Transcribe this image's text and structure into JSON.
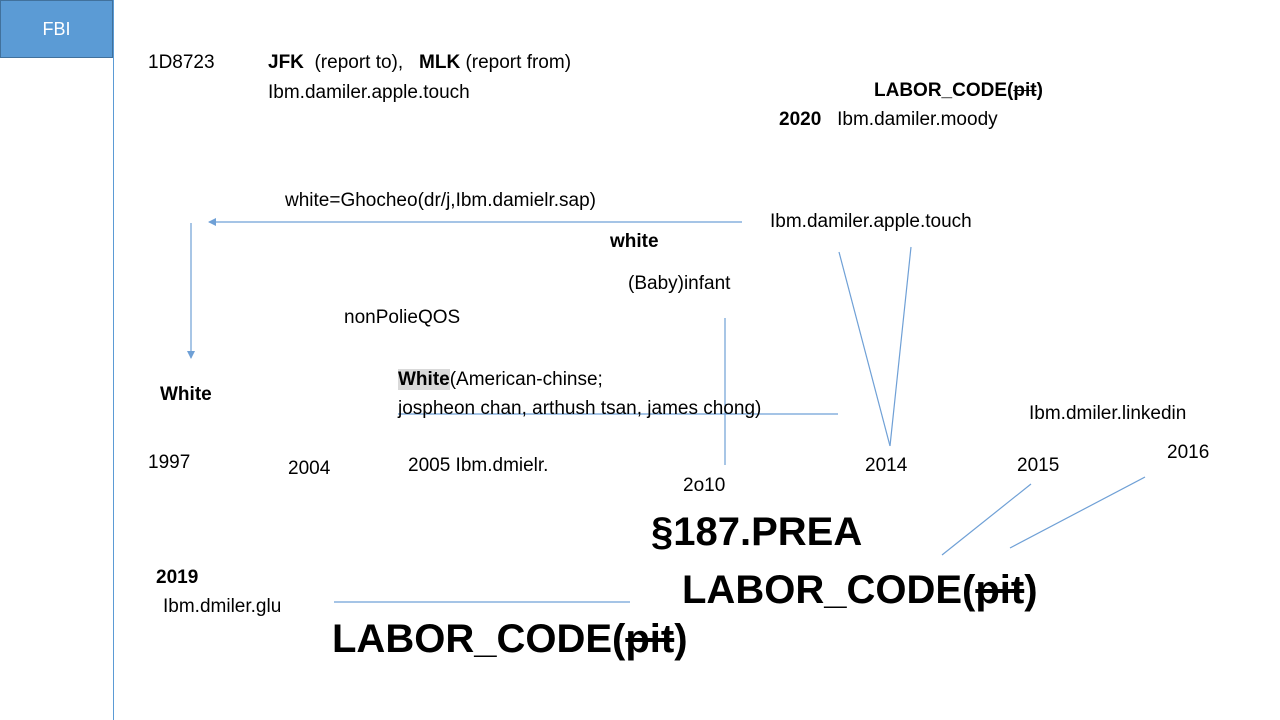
{
  "header_box": {
    "label": "FBI"
  },
  "colors": {
    "accent": "#5b9bd5",
    "line": "#6fa0d6"
  },
  "top": {
    "id_code": "1D8723",
    "jfk": "JFK",
    "report_to": "(report to),",
    "mlk": "MLK",
    "report_from": "(report from)",
    "domain": "Ibm.damiler.apple.touch"
  },
  "top_right": {
    "labor_prefix": "LABOR_CODE(",
    "labor_struck": "pit",
    "labor_suffix": ")",
    "year": "2020",
    "domain": "Ibm.damiler.moody"
  },
  "middle": {
    "white_eq": "white=Ghocheo(dr/j,Ibm.damielr.sap)",
    "right_domain": "Ibm.damiler.apple.touch",
    "white_label": "white",
    "infant": "(Baby)infant",
    "qos": "nonPolieQOS",
    "white_cap": "White",
    "white_highlight": "White",
    "american": "(American-chinse;",
    "names": "jospheon chan, arthush tsan, james chong)",
    "linkedin": "Ibm.dmiler.linkedin"
  },
  "timeline": {
    "y1997": "1997",
    "y2004": "2004",
    "y2005": "2005 Ibm.dmielr.",
    "y2010": "2o10",
    "y2014": "2014",
    "y2015": "2015",
    "y2016": "2016"
  },
  "bottom": {
    "prea": "§187.PREA",
    "labor_prefix": "LABOR_CODE(",
    "labor_struck": "pit",
    "labor_suffix": ")",
    "year2019": "2019",
    "glu": "Ibm.dmiler.glu"
  }
}
